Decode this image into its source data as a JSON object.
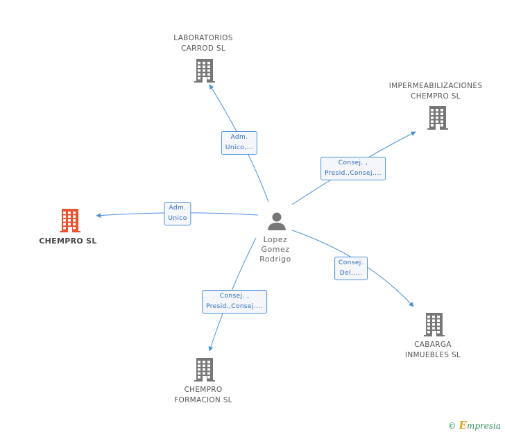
{
  "person": {
    "line1": "Lopez",
    "line2": "Gomez",
    "line3": "Rodrigo"
  },
  "companies": [
    {
      "id": "laboratorios",
      "line1": "LABORATORIOS",
      "line2": "CARROD SL",
      "color": "#777777"
    },
    {
      "id": "impermeabilizaciones",
      "line1": "IMPERMEABILIZACIONES",
      "line2": "CHEMPRO SL",
      "color": "#777777"
    },
    {
      "id": "chempro",
      "line1": "CHEMPRO SL",
      "line2": "",
      "color": "#e8542f"
    },
    {
      "id": "cabarga",
      "line1": "CABARGA",
      "line2": "INMUEBLES SL",
      "color": "#777777"
    },
    {
      "id": "chempro-formacion",
      "line1": "CHEMPRO",
      "line2": "FORMACION SL",
      "color": "#777777"
    }
  ],
  "roles": {
    "laboratorios": {
      "line1": "Adm.",
      "line2": "Unico,..."
    },
    "impermeabilizaciones": {
      "line1": "Consej. ,",
      "line2": "Presid.,Consej...."
    },
    "chempro": {
      "line1": "Adm.",
      "line2": "Unico"
    },
    "cabarga": {
      "line1": "Consej.",
      "line2": "Del.,..."
    },
    "chempro-formacion": {
      "line1": "Consej. ,",
      "line2": "Presid.,Consej...."
    }
  },
  "footer": {
    "copyright": "©",
    "brand_first": "E",
    "brand_rest": "mpresia"
  },
  "colors": {
    "edge": "#4a90d9",
    "highlight": "#e8542f",
    "building": "#777777"
  },
  "icons": {
    "company": "building-icon",
    "person": "person-icon",
    "arrow": "arrowhead"
  }
}
